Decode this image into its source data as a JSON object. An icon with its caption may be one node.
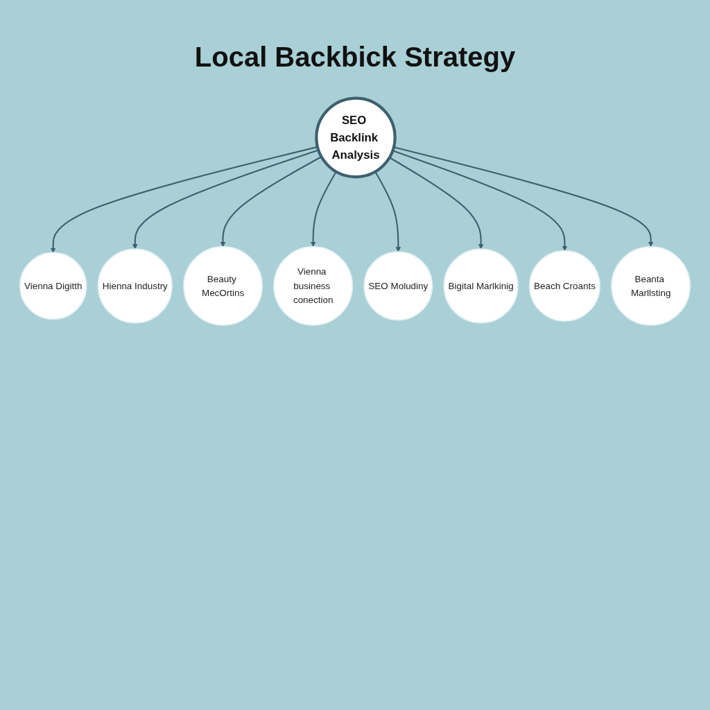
{
  "diagram": {
    "title": "Local Backbick Strategy",
    "nodes": [
      {
        "text": [
          "Vienna Digitth"
        ]
      },
      {
        "text": [
          "Hienna Industry"
        ]
      },
      {
        "text": [
          "Beauty MecOrtins"
        ]
      },
      {
        "text": [
          "Vienna business conection"
        ]
      },
      {
        "text": [
          "SEO Backlink Analysis"
        ]
      },
      {
        "text": [
          "SEO Moludiny"
        ]
      },
      {
        "text": [
          "Bigital Marlkinig"
        ]
      },
      {
        "text": [
          "Beach Croants"
        ]
      },
      {
        "text": [
          "Beanta Marllsting"
        ]
      }
    ],
    "edges": [
      {
        "from": 4,
        "to": 0,
        "arrow": "to"
      },
      {
        "from": 4,
        "to": 1,
        "arrow": "to"
      },
      {
        "from": 4,
        "to": 2,
        "arrow": "to"
      },
      {
        "from": 4,
        "to": 3,
        "arrow": "to"
      },
      {
        "from": 4,
        "to": 5,
        "arrow": "to"
      },
      {
        "from": 4,
        "to": 6,
        "arrow": "to"
      },
      {
        "from": 4,
        "to": 7,
        "arrow": "to"
      },
      {
        "from": 4,
        "to": 8,
        "arrow": "to"
      }
    ]
  }
}
